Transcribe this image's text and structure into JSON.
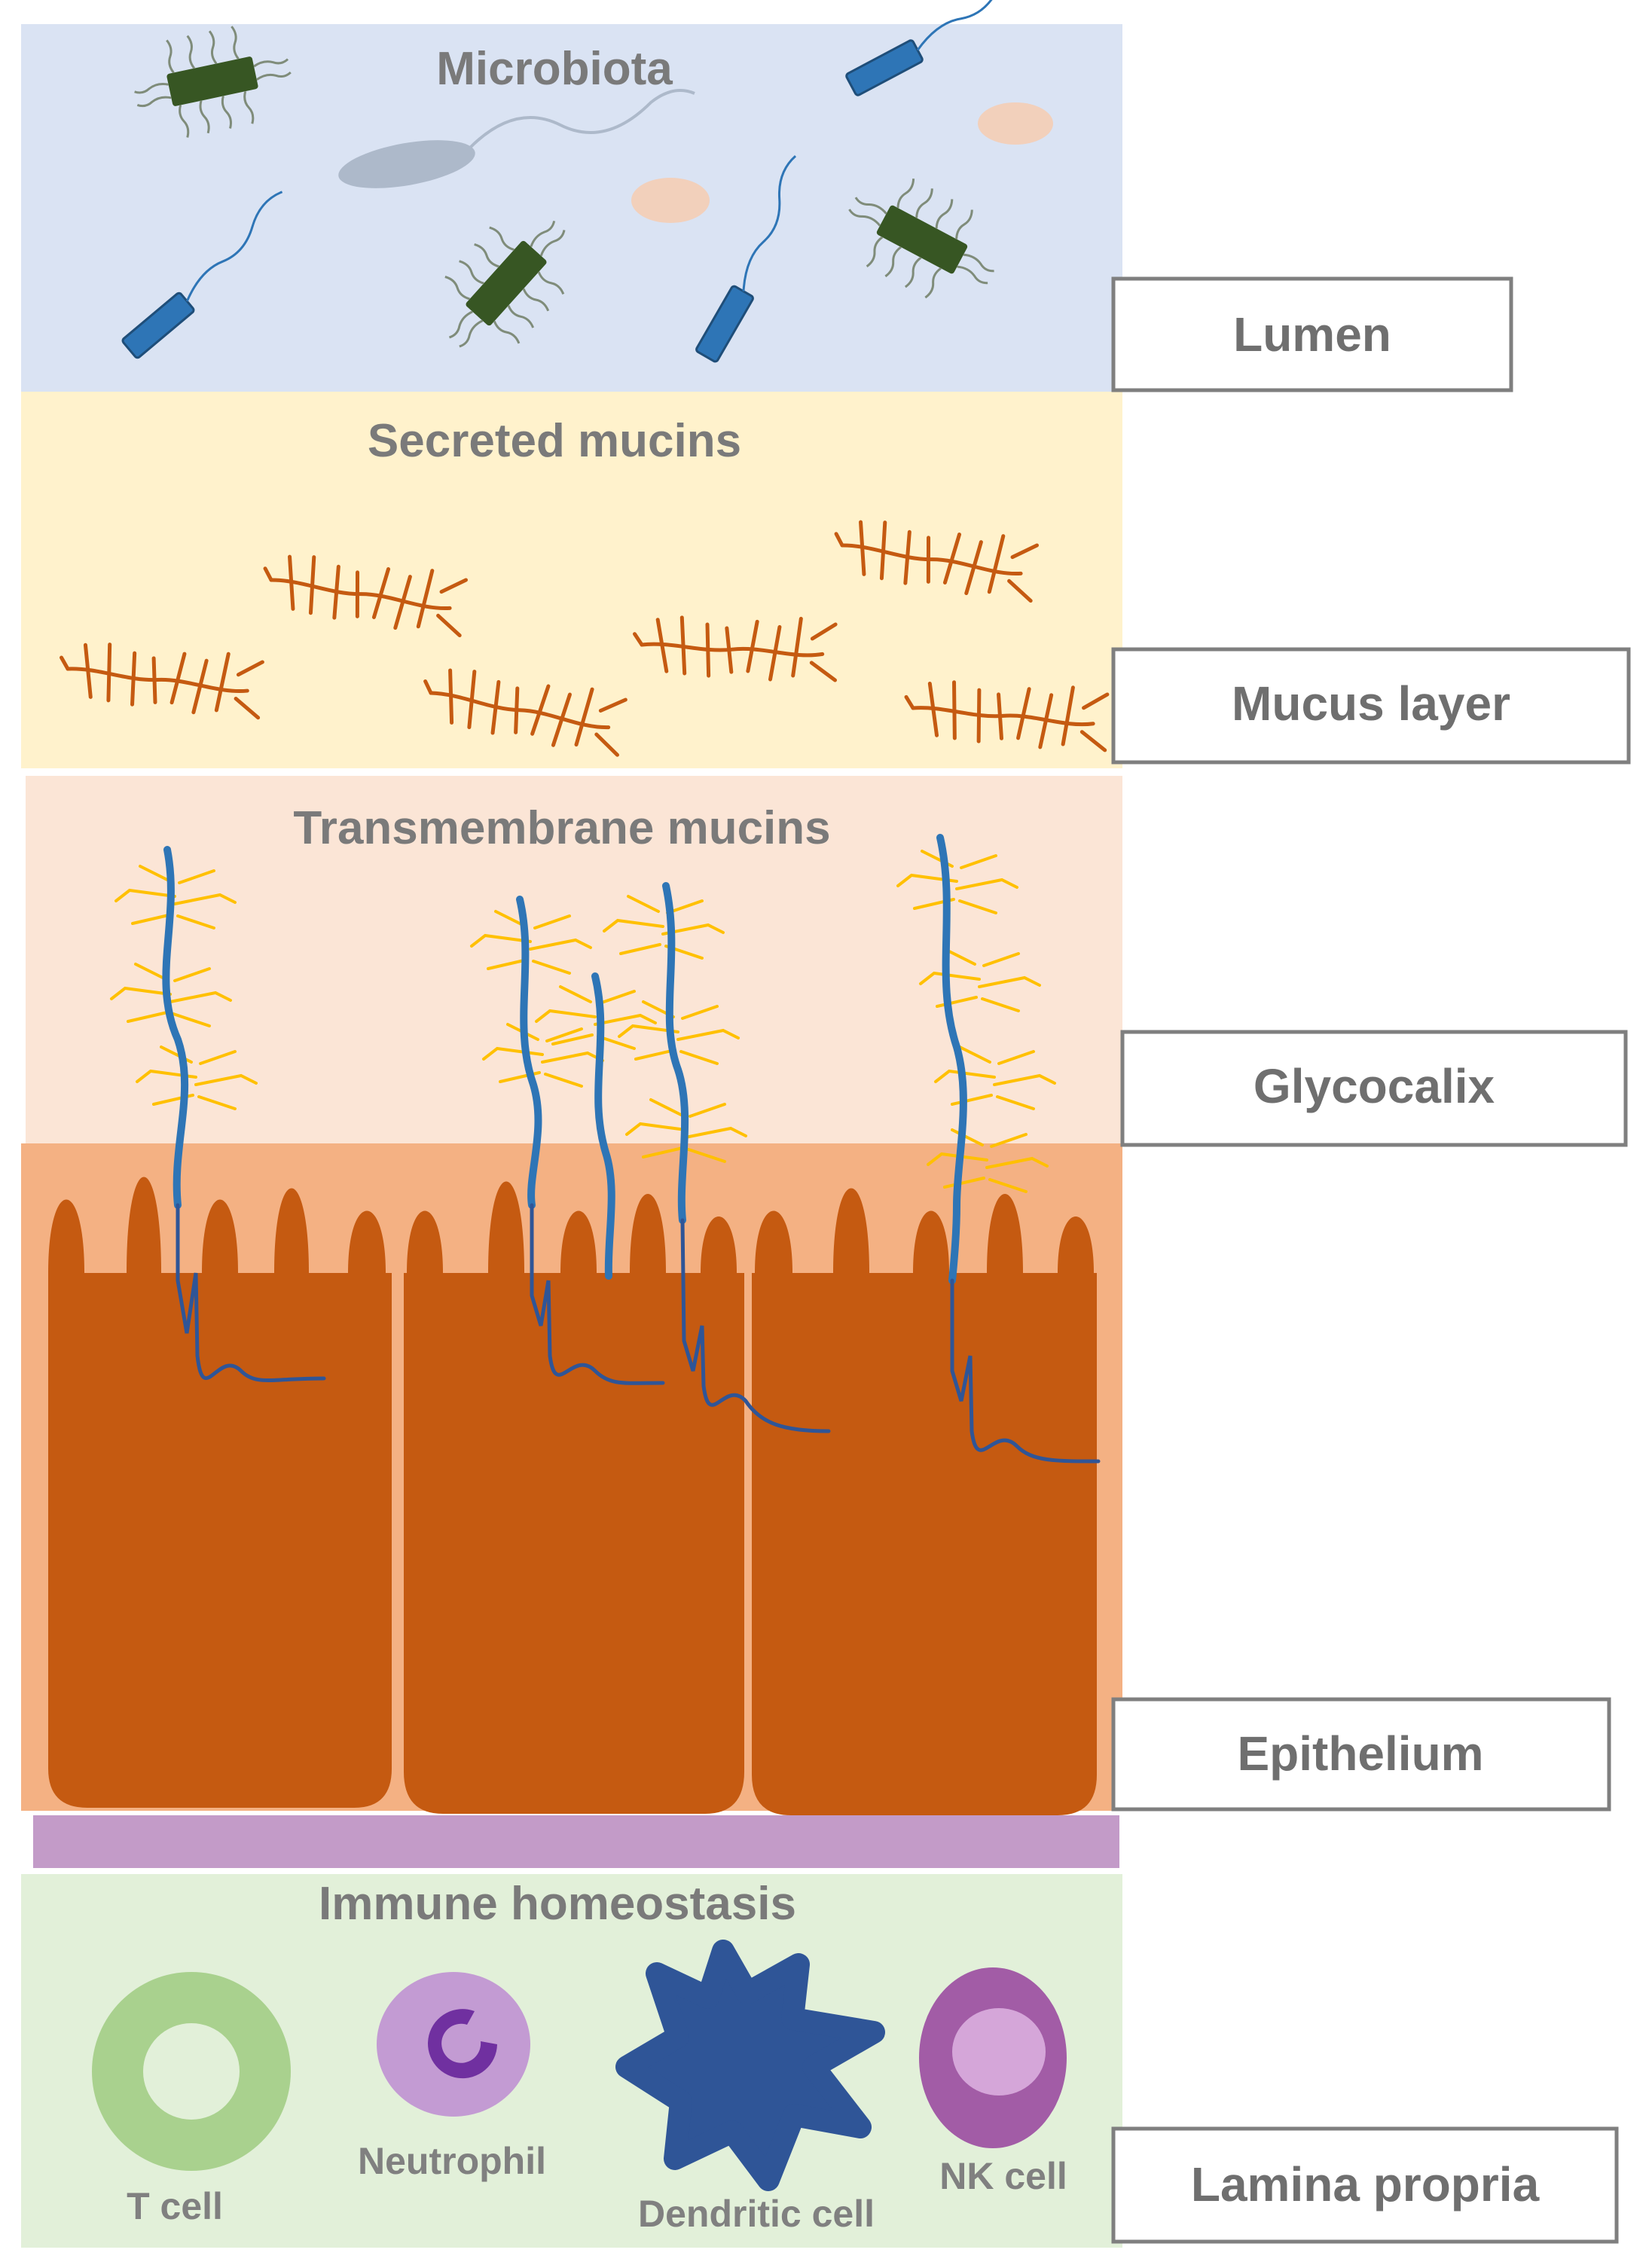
{
  "regions": {
    "microbiota": "Microbiota",
    "secreted_mucins": "Secreted mucins",
    "transmembrane_mucins": "Transmembrane mucins",
    "immune_homeostasis": "Immune homeostasis"
  },
  "layer_labels": {
    "lumen": "Lumen",
    "mucus_layer": "Mucus layer",
    "glycocalix": "Glycocalix",
    "epithelium": "Epithelium",
    "lamina_propria": "Lamina propria"
  },
  "immune_cells": {
    "t_cell": "T cell",
    "neutrophil": "Neutrophil",
    "dendritic_cell": "Dendritic cell",
    "nk_cell": "NK cell"
  },
  "colors": {
    "lumen_bg": "#dae3f3",
    "mucus_bg": "#fff2cc",
    "glycocalix_bg": "#fbe5d6",
    "epithelium_bg": "#f4b183",
    "cell_fill": "#c55a11",
    "basement": "#c39bc8",
    "lamina_bg": "#e2f0d9",
    "mucin_core": "#2e75b6",
    "glycan": "#ffc000",
    "secreted_mucin": "#c55a11"
  }
}
